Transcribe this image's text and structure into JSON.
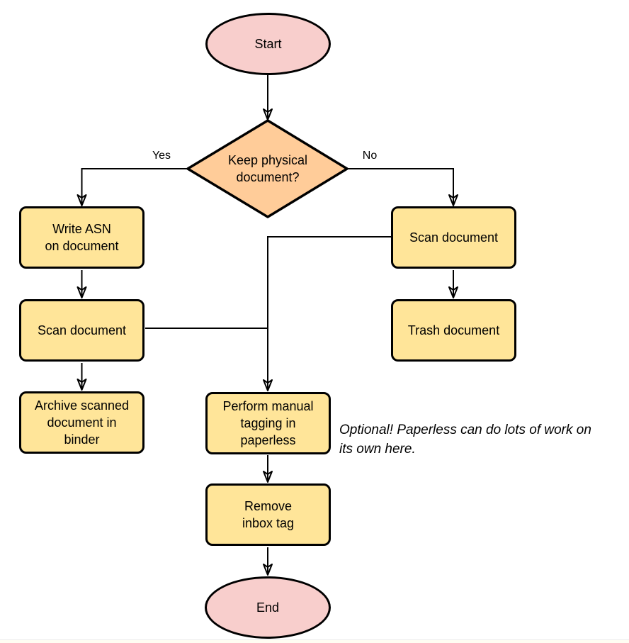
{
  "colors": {
    "process_fill": "#FFE599",
    "decision_fill": "#FFCC99",
    "terminal_fill": "#F8CECC",
    "stroke": "#000000"
  },
  "flowchart": {
    "start": {
      "label": "Start"
    },
    "decision": {
      "label": "Keep physical\ndocument?"
    },
    "branch_yes": {
      "label": "Yes"
    },
    "branch_no": {
      "label": "No"
    },
    "write_asn": {
      "label": "Write ASN\non document"
    },
    "scan_document_left": {
      "label": "Scan document"
    },
    "archive_binder": {
      "label": "Archive scanned\ndocument in\nbinder"
    },
    "scan_document_right": {
      "label": "Scan document"
    },
    "trash_document": {
      "label": "Trash document"
    },
    "manual_tagging": {
      "label": "Perform manual\ntagging in\npaperless"
    },
    "remove_inbox_tag": {
      "label": "Remove\ninbox tag"
    },
    "end": {
      "label": "End"
    },
    "note": {
      "label": "Optional! Paperless can do lots of work on\nits own here."
    }
  }
}
